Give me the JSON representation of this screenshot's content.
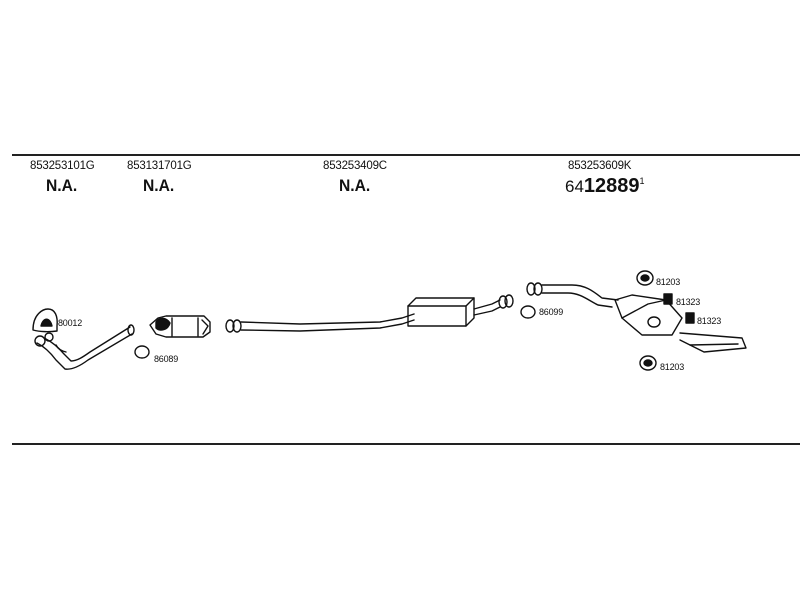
{
  "columns": [
    {
      "part_number": "853253101G",
      "availability": "N.A."
    },
    {
      "part_number": "853131701G",
      "availability": "N.A."
    },
    {
      "part_number": "853253409C",
      "availability": "N.A."
    },
    {
      "part_number": "853253609K",
      "ref_prefix": "64",
      "ref_main": "12889",
      "ref_suffix": "1"
    }
  ],
  "callouts": {
    "gasket_front": "80012",
    "ring_front": "86089",
    "ring_mid": "86099",
    "mount_top": "81203",
    "clamp_1": "81323",
    "clamp_2": "81323",
    "mount_bottom": "81203"
  }
}
